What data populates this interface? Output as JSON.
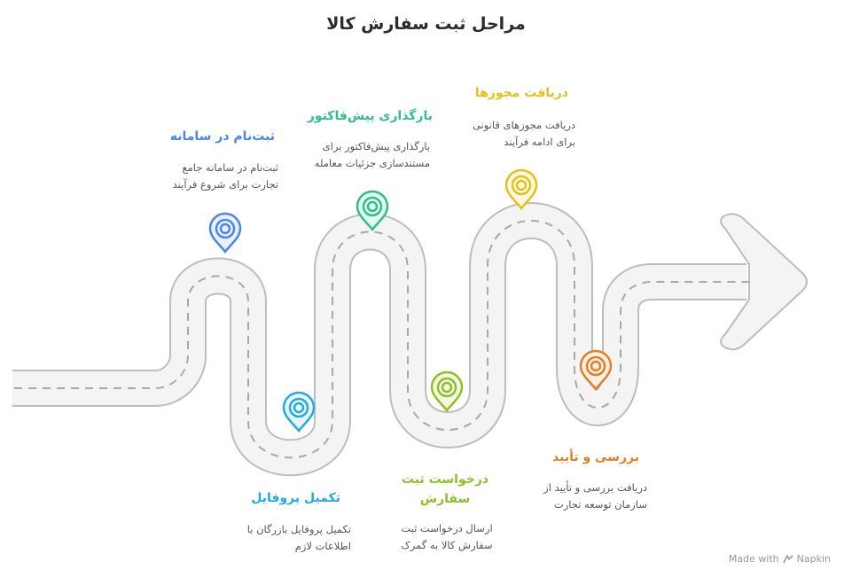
{
  "title": "مراحل ثبت سفارش کالا",
  "colors": {
    "road_fill": "#f4f4f4",
    "road_stroke": "#bdbdbd",
    "dash": "#a8a8a8",
    "blue": "#4a86e8",
    "cyan": "#29a9d8",
    "teal": "#2fbf8a",
    "lime": "#8fbf2a",
    "yellow": "#e0c31a",
    "orange": "#e07f2a"
  },
  "steps": [
    {
      "title": "ثبت‌نام در سامانه",
      "desc": [
        "ثبت‌نام در سامانه جامع",
        "تجارت برای شروع فرآیند"
      ],
      "color": "#4a86e8"
    },
    {
      "title": "تکمیل پروفایل",
      "desc": [
        "تکمیل پروفایل بازرگان با",
        "اطلاعات لازم"
      ],
      "color": "#29a9d8"
    },
    {
      "title": "بارگذاری پیش‌فاکتور",
      "desc": [
        "بارگذاری پیش‌فاکتور برای",
        "مستندسازی جزئیات معامله"
      ],
      "color": "#2fbf8a"
    },
    {
      "title": "درخواست ثبت سفارش",
      "desc": [
        "ارسال درخواست ثبت",
        "سفارش کالا به گمرک"
      ],
      "color": "#8fbf2a"
    },
    {
      "title": "دریافت مجوزها",
      "desc": [
        "دریافت مجوزهای قانونی",
        "برای ادامه فرآیند"
      ],
      "color": "#e0c31a"
    },
    {
      "title": "بررسی و تأیید",
      "desc": [
        "دریافت بررسی و تأیید از",
        "سازمان توسعه تجارت"
      ],
      "color": "#e07f2a"
    }
  ],
  "badge": {
    "text": "Made with",
    "brand": "Napkin"
  }
}
